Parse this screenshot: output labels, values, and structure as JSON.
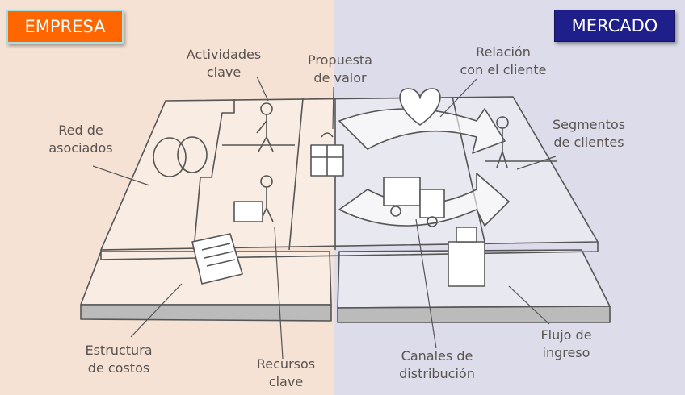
{
  "badges": {
    "empresa": "EMPRESA",
    "mercado": "MERCADO"
  },
  "colors": {
    "empresa_bg": "#f5e2d4",
    "mercado_bg": "#dcdcea",
    "empresa_badge": "#ff6600",
    "mercado_badge": "#1f1f8c"
  },
  "labels": {
    "actividades": [
      "Actividades",
      "clave"
    ],
    "propuesta": [
      "Propuesta",
      "de valor"
    ],
    "relacion": [
      "Relación",
      "con el cliente"
    ],
    "red": [
      "Red de",
      "asociados"
    ],
    "segmentos": [
      "Segmentos",
      "de clientes"
    ],
    "estructura": [
      "Estructura",
      "de costos"
    ],
    "recursos": [
      "Recursos",
      "clave"
    ],
    "canales": [
      "Canales de",
      "distribución"
    ],
    "flujo": [
      "Flujo de",
      "ingreso"
    ]
  }
}
